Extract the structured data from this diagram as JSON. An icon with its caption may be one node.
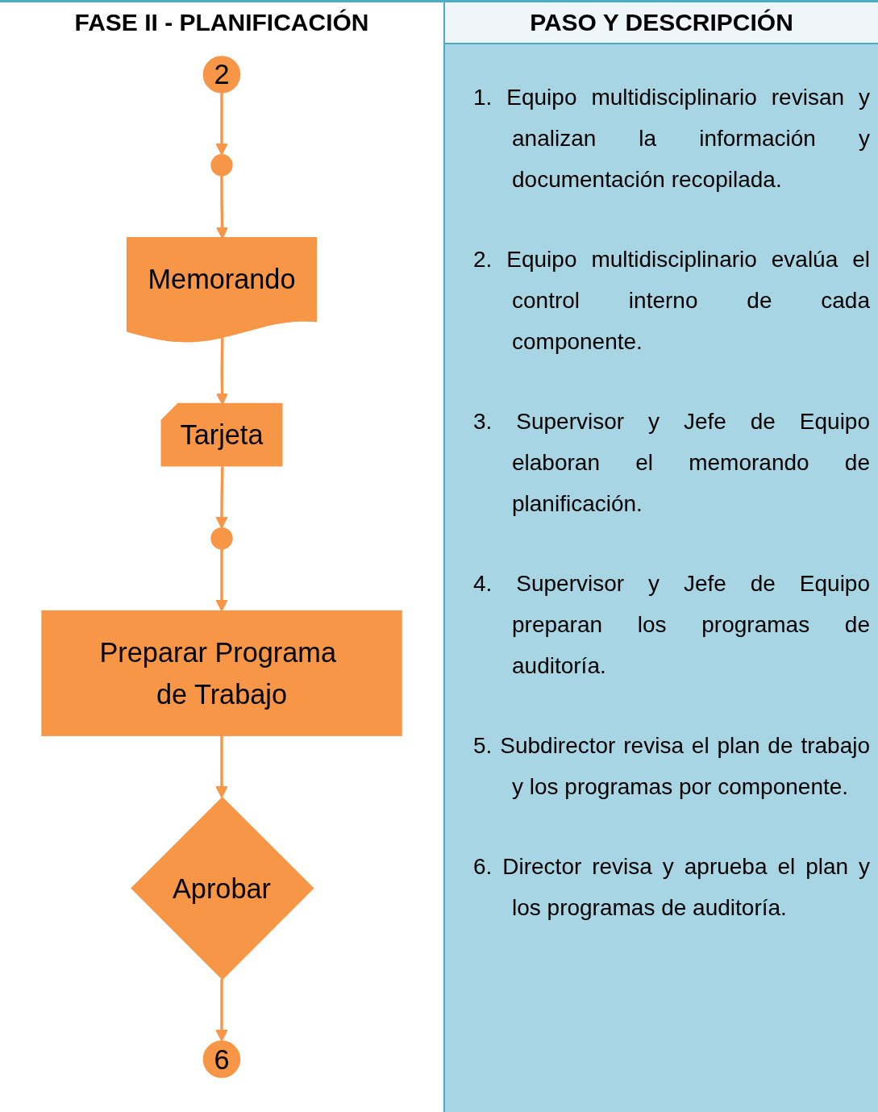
{
  "diagram": {
    "nodes": [
      {
        "text": [
          "2"
        ]
      },
      {
        "text": [],
        "shape": "circle"
      },
      {
        "text": [
          "Memorando"
        ]
      },
      {
        "text": [
          "Tarjeta"
        ]
      },
      {
        "text": [],
        "shape": "circle"
      },
      {
        "text": [
          "Preparar Programa de Trabajo"
        ]
      },
      {
        "text": [
          "Aprobar"
        ]
      },
      {
        "text": [
          "6"
        ]
      }
    ],
    "edges": [
      {
        "from": 0,
        "to": 1,
        "arrow": "to"
      },
      {
        "from": 1,
        "to": 2,
        "arrow": "to"
      },
      {
        "from": 2,
        "to": 3,
        "arrow": "to"
      },
      {
        "from": 3,
        "to": 4,
        "arrow": "to"
      },
      {
        "from": 4,
        "to": 5,
        "arrow": "to"
      },
      {
        "from": 5,
        "to": 6,
        "arrow": "to"
      },
      {
        "from": 6,
        "to": 7,
        "arrow": "to"
      }
    ],
    "labels": [
      "FASE II - PLANIFICACIÓN",
      "PASO Y DESCRIPCIÓN",
      "1. Equipo multidisciplinario revisan y analizan la información y documentación recopilada.",
      "2. Equipo multidisciplinario evalúa el control interno de cada componente.",
      "3. Supervisor y Jefe de Equipo elaboran el memorando de planificación.",
      "4. Supervisor y Jefe de Equipo preparan los programas de auditoría.",
      "5. Subdirector revisa el plan de trabajo y los programas por componente.",
      "6. Director revisa y aprueba el plan y los programas de auditoría."
    ]
  }
}
